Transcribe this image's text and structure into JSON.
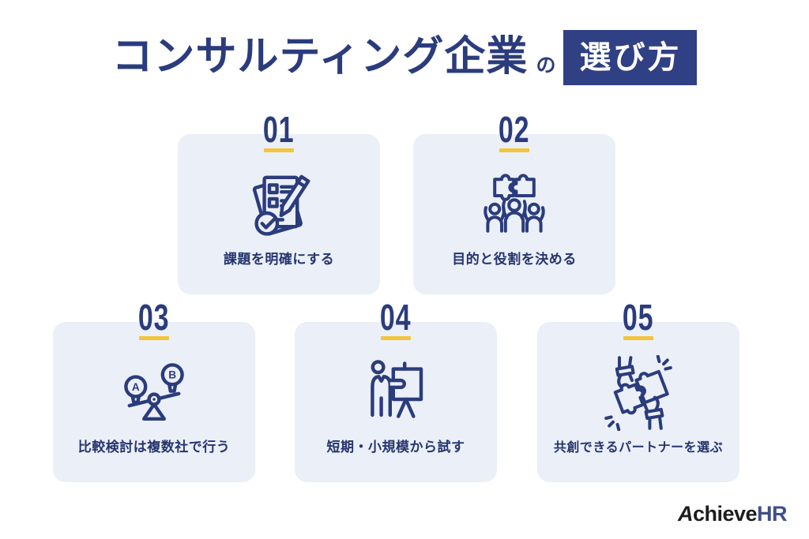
{
  "title": {
    "main": "コンサルティング企業",
    "particle": "の",
    "highlight": "選び方"
  },
  "steps": [
    {
      "number": "01",
      "label": "課題を明確にする",
      "icon": "checklist-pencil-icon"
    },
    {
      "number": "02",
      "label": "目的と役割を決める",
      "icon": "team-puzzle-icon"
    },
    {
      "number": "03",
      "label": "比較検討は複数社で行う",
      "icon": "ab-compare-scale-icon"
    },
    {
      "number": "04",
      "label": "短期・小規模から試す",
      "icon": "presentation-board-icon"
    },
    {
      "number": "05",
      "label": "共創できるパートナーを選ぶ",
      "icon": "hands-joining-puzzle-icon"
    }
  ],
  "logo": {
    "part1": "Achieve",
    "part2": "HR"
  },
  "colors": {
    "navy": "#2b3c7d",
    "navy_box": "#304084",
    "yellow": "#f4c53c",
    "card_bg": "#ebeff7",
    "page_bg": "#ffffff",
    "logo_black": "#1d1d1f",
    "logo_navy": "#3f4e8c"
  }
}
